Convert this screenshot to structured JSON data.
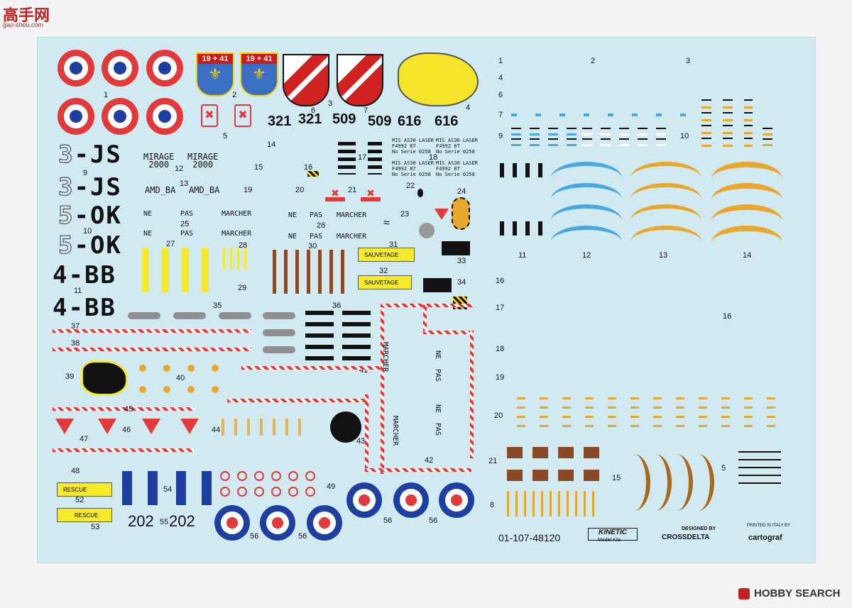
{
  "watermark_top": "高手网",
  "watermark_top_sub": "gao-shou.com",
  "watermark_bottom": "HOBBY SEARCH",
  "marks": {
    "js": "-JS",
    "js_digit": "3",
    "ok": "-OK",
    "ok_digit": "5",
    "bb": "-BB",
    "bb_digit": "4"
  },
  "coat": {
    "year_a": "19",
    "year_b": "41"
  },
  "codes": {
    "c1": "321",
    "c2": "509",
    "c3": "616",
    "c4": "202"
  },
  "mirage": "MIRAGE\n2000",
  "amd": "AMD_BA",
  "mis": "MIS AS30 LASER\nF4992 87\nNo Serie 0258",
  "stencil": {
    "ne": "NE",
    "pas": "PAS",
    "marcher": "MARCHER"
  },
  "sauvetage": "SAUVETAGE",
  "rescue": "RESCUE",
  "catalog": "01-107-48120",
  "kinetic": "KINETIC",
  "kinetic_sub": "Model Kits",
  "designed_by": "DESIGNED BY",
  "crossdelta": "CROSSDELTA",
  "printed": "PRINTED IN ITALY BY",
  "cartograf": "cartograf",
  "colors": {
    "red": "#e23a3a",
    "blue": "#1e3fa0",
    "yellow": "#f6ea2a",
    "brown": "#8b4a26",
    "orange": "#e8a82e",
    "sky": "#4aa8e0"
  },
  "num": {
    "n1": "1",
    "n2": "2",
    "n3": "3",
    "n4": "4",
    "n5": "5",
    "n6": "6",
    "n7": "7",
    "n8": "8",
    "n9": "9",
    "n10": "10",
    "n11": "11",
    "n12": "12",
    "n13": "13",
    "n14": "14",
    "n15": "15",
    "n16": "16",
    "n17": "17",
    "n18": "18",
    "n19": "19",
    "n20": "20",
    "n21": "21",
    "n22": "22",
    "n23": "23",
    "n24": "24",
    "n25": "25",
    "n26": "26",
    "n27": "27",
    "n28": "28",
    "n29": "29",
    "n30": "30",
    "n31": "31",
    "n32": "32",
    "n33": "33",
    "n34": "34",
    "n35": "35",
    "n36": "36",
    "n37": "37",
    "n38": "38",
    "n39": "39",
    "n40": "40",
    "n41": "41",
    "n42": "42",
    "n43": "43",
    "n44": "44",
    "n45": "45",
    "n46": "46",
    "n47": "47",
    "n48": "48",
    "n49": "49",
    "n52": "52",
    "n53": "53",
    "n54": "54",
    "n55": "55",
    "n56": "56"
  }
}
